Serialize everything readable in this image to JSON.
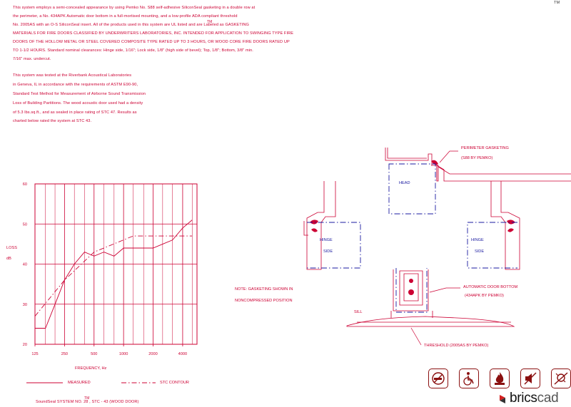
{
  "tm_top": "TM",
  "description_lines": [
    "This system employs a semi-concealed appearance by using  Pemko No. S88 self-adhesive SiliconSeal  gasketing in a double row at",
    "the perimeter, a No. 434APK Automatic door bottom in a full-mortised mounting, and a low-profile ADA compliant threshold",
    "No. 2005AS with an O-S SiliconSeal  insert. All of the products used in this system are UL listed and are Labeled as GASKETING",
    "MATERIALS FOR FIRE DOORS CLASSIFIED BY UNDERWRITERS LABORATORIES, INC. INTENDED FOR APPLICATION TO SWINGING TYPE FIRE",
    "DOORS OF THE HOLLOW METAL OR STEEL COVERED COMPOSITE TYPE RATED UP TO 3 HOURS, OR WOOD CORE FIRE DOORS RATED UP",
    "TO 1-1/2 HOURS. Standard nominal clearances: Hinge side, 1/16\"; Lock side, 1/8\" (high side of bevel); Top, 1/8\"; Bottom, 3/8\" min.",
    "7/16\" max. undercut."
  ],
  "test_lines": [
    "This system was tested at the Riverbank Acoustical Laboratories",
    "in Geneva, IL in accordance with the requirements of ASTM E90-90,",
    "Standard Test Method for Measurement of Airborne Sound Transmission",
    "Loss of Building Partitions. The wood acoustic door used had a density",
    "of 5.3 lbs.sq.ft., and as sealed in place rating of STC 47. Results as",
    "charted below rated the system at STC 43."
  ],
  "inline_tm": "TM",
  "chart_data": {
    "type": "line",
    "xlabel": "FREQUENCY, Hz",
    "ylabel": "LOSS dB",
    "x_scale": "log",
    "x_ticks": [
      "125",
      "250",
      "500",
      "1000",
      "2000",
      "4000"
    ],
    "x_tick_values": [
      125,
      250,
      500,
      1000,
      2000,
      4000
    ],
    "xlim": [
      125,
      5600
    ],
    "ylim": [
      20,
      60
    ],
    "y_ticks": [
      20,
      30,
      40,
      50,
      60
    ],
    "grid": true,
    "series": [
      {
        "name": "MEASURED",
        "style": "solid",
        "color": "#cc0033",
        "points": [
          [
            125,
            24
          ],
          [
            160,
            24
          ],
          [
            200,
            30
          ],
          [
            250,
            36
          ],
          [
            315,
            40
          ],
          [
            400,
            43
          ],
          [
            500,
            42
          ],
          [
            630,
            43
          ],
          [
            800,
            42
          ],
          [
            1000,
            44
          ],
          [
            1250,
            44
          ],
          [
            1600,
            44
          ],
          [
            2000,
            44
          ],
          [
            2500,
            45
          ],
          [
            3150,
            46
          ],
          [
            4000,
            49
          ],
          [
            5000,
            51
          ]
        ]
      },
      {
        "name": "STC CONTOUR",
        "style": "dashdot",
        "color": "#cc0033",
        "points": [
          [
            125,
            27
          ],
          [
            250,
            36
          ],
          [
            500,
            43
          ],
          [
            1250,
            47
          ],
          [
            5000,
            47
          ]
        ]
      }
    ]
  },
  "legend": {
    "measured": "MEASURED",
    "contour": "STC CONTOUR"
  },
  "diagram_labels": {
    "perimeter": "PERIMETER GASKETING",
    "perimeter_sub": "(S88 BY PEMKO)",
    "head": "HEAD",
    "hinge_left": "HINGE",
    "side_left": "SIDE",
    "hinge_right": "HINGE",
    "side_right": "SIDE",
    "adb": "AUTOMATIC DOOR BOTTOM",
    "adb_sub": "(434APK BY PEMKO)",
    "note1": "NOTE: GASKETING SHOWN IN",
    "note2": "NONCOMPRESSED POSITION",
    "sill": "SILL",
    "threshold": "THRESHOLD (2005AS BY PEMKO)"
  },
  "caption": "SoundSeal  SYSTEM NO. 28 , STC - 43 (WOOD DOOR)",
  "caption_tm": "TM",
  "brand": {
    "name_a": "brics",
    "name_b": "cad",
    "icons": [
      "no-smoking-icon",
      "wheelchair-accessible-icon",
      "fire-rated-icon",
      "no-sound-icon",
      "no-light-icon"
    ],
    "colors": {
      "dark_red": "#8a1010",
      "accent": "#cc0033",
      "blue": "#1a1aa0"
    }
  }
}
